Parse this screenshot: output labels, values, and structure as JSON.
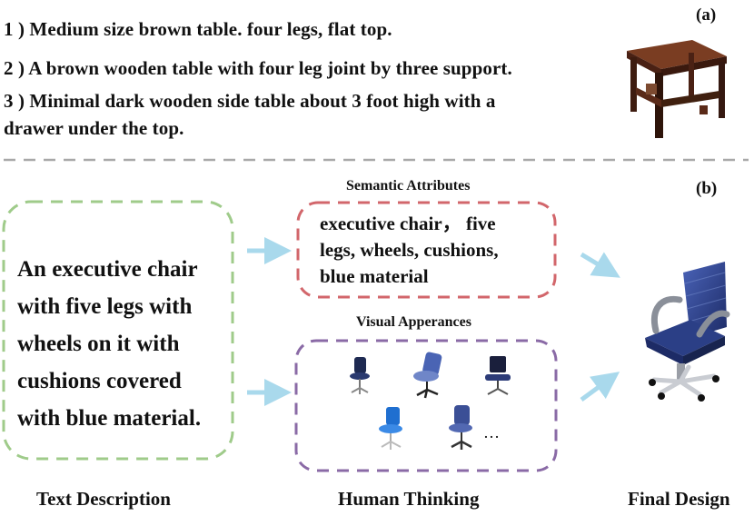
{
  "panel_a": {
    "tag": "(a)",
    "descriptions": [
      "1 ) Medium size brown table. four legs, flat top.",
      "2 ) A brown wooden table with four leg joint by three support.",
      "3 ) Minimal dark wooden side table about 3 foot high with a",
      "drawer under the top."
    ]
  },
  "panel_b": {
    "tag": "(b)",
    "text_description": {
      "lines": [
        "An executive chair",
        "with five legs with",
        "wheels on it with",
        "cushions covered",
        "with blue material."
      ]
    },
    "semantic_attributes": {
      "title": "Semantic Attributes",
      "lines": [
        "executive chair， five",
        "legs, wheels, cushions,",
        "blue material"
      ]
    },
    "visual_appearances": {
      "title": "Visual Apperances",
      "ellipsis": "…"
    },
    "captions": {
      "text_description": "Text Description",
      "human_thinking": "Human Thinking",
      "final_design": "Final Design"
    }
  },
  "colors": {
    "text_box": "#9fcb8a",
    "semantic_box": "#d2666b",
    "visual_box": "#8a6aa6",
    "arrow": "#a9d9ec",
    "separator": "#a8a8a8",
    "table_wood": "#4a2114",
    "chair_blue": "#2b3f86"
  }
}
